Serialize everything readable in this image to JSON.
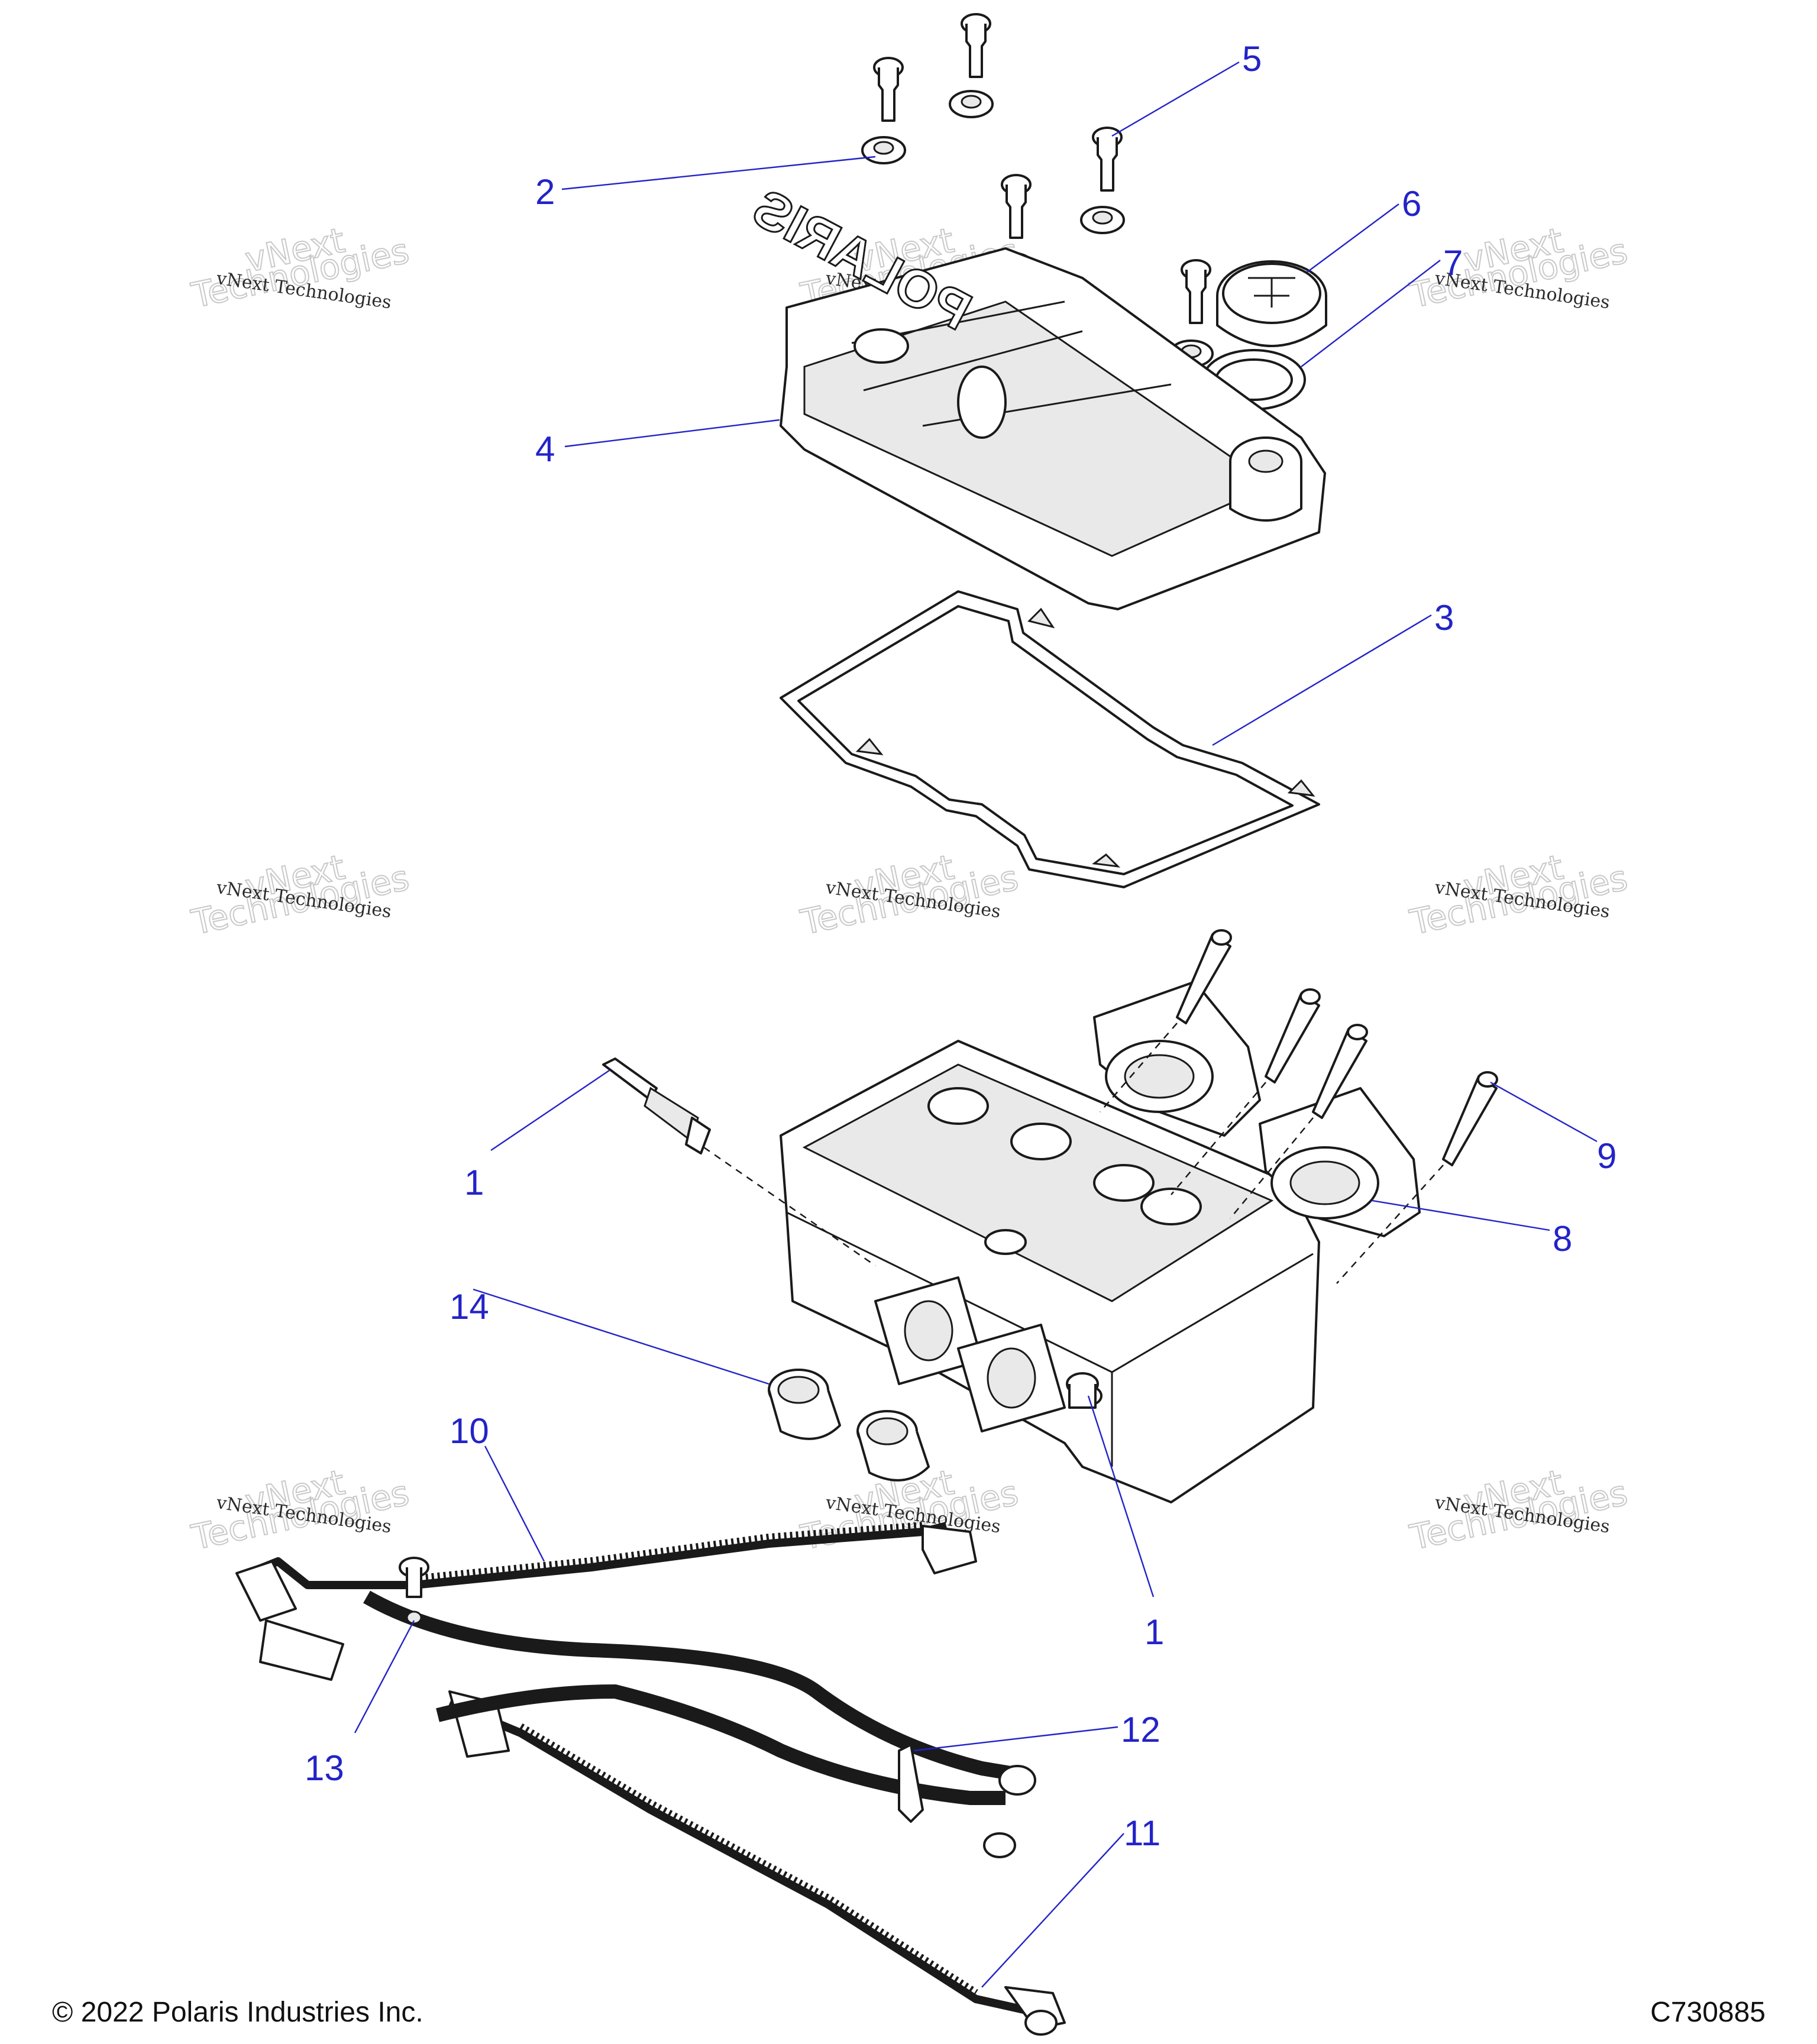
{
  "callouts": {
    "c1a": "1",
    "c1b": "1",
    "c2": "2",
    "c3": "3",
    "c4": "4",
    "c5": "5",
    "c6": "6",
    "c7": "7",
    "c8": "8",
    "c9": "9",
    "c10": "10",
    "c11": "11",
    "c12": "12",
    "c13": "13",
    "c14": "14"
  },
  "cover_logo": "POLARIS",
  "watermark": {
    "line": "vNext Technologies",
    "big_top": "vNext",
    "big_bottom": "Technologies"
  },
  "footer": {
    "copyright": "© 2022 Polaris Industries Inc.",
    "figure_id": "C730885"
  },
  "colors": {
    "callout": "#2323c8",
    "line_art": "#1a1a1a"
  }
}
